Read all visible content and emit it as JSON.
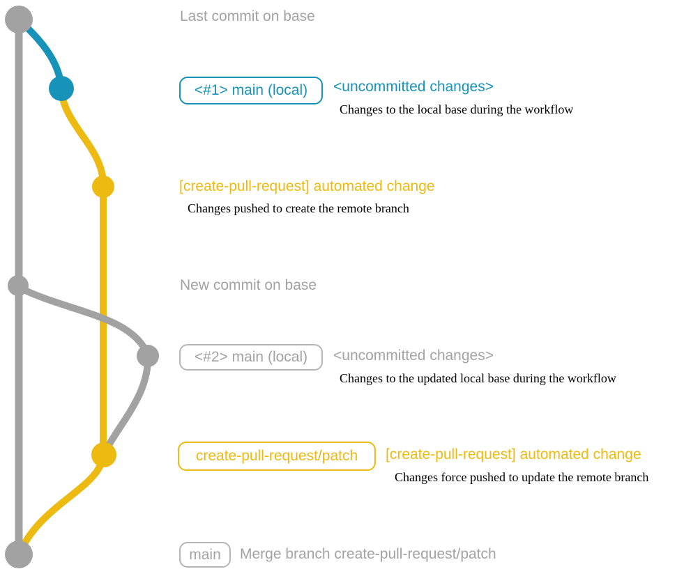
{
  "diagram_title": "create-pull-request workflow git graph",
  "colors": {
    "base_branch_gray": "#a2a2a2",
    "local_main_blue": "#1792b8",
    "remote_branch_yellow": "#ecba10",
    "note_text_gray": "#a3a3a3",
    "description_text": "#000000"
  },
  "graph": {
    "branches": [
      {
        "name": "base",
        "color_key": "base_branch_gray"
      },
      {
        "name": "main (local)",
        "color_key": "local_main_blue"
      },
      {
        "name": "create-pull-request/patch",
        "color_key": "remote_branch_yellow"
      }
    ],
    "commit_count": 7
  },
  "events": {
    "e1": {
      "label": "Last commit on base"
    },
    "e2": {
      "badge": "<#1> main (local)",
      "title": "<uncommitted changes>",
      "desc": "Changes to the local base during the workflow"
    },
    "e3": {
      "title": "[create-pull-request] automated change",
      "desc": "Changes pushed to create the remote branch"
    },
    "e4": {
      "label": "New commit on base"
    },
    "e5": {
      "badge": "<#2> main (local)",
      "title": "<uncommitted changes>",
      "desc": "Changes to the updated local base during the workflow"
    },
    "e6": {
      "badge": "create-pull-request/patch",
      "title": "[create-pull-request] automated change",
      "desc": "Changes force pushed to update the remote branch"
    },
    "e7": {
      "badge": "main",
      "label": "Merge branch create-pull-request/patch"
    }
  }
}
